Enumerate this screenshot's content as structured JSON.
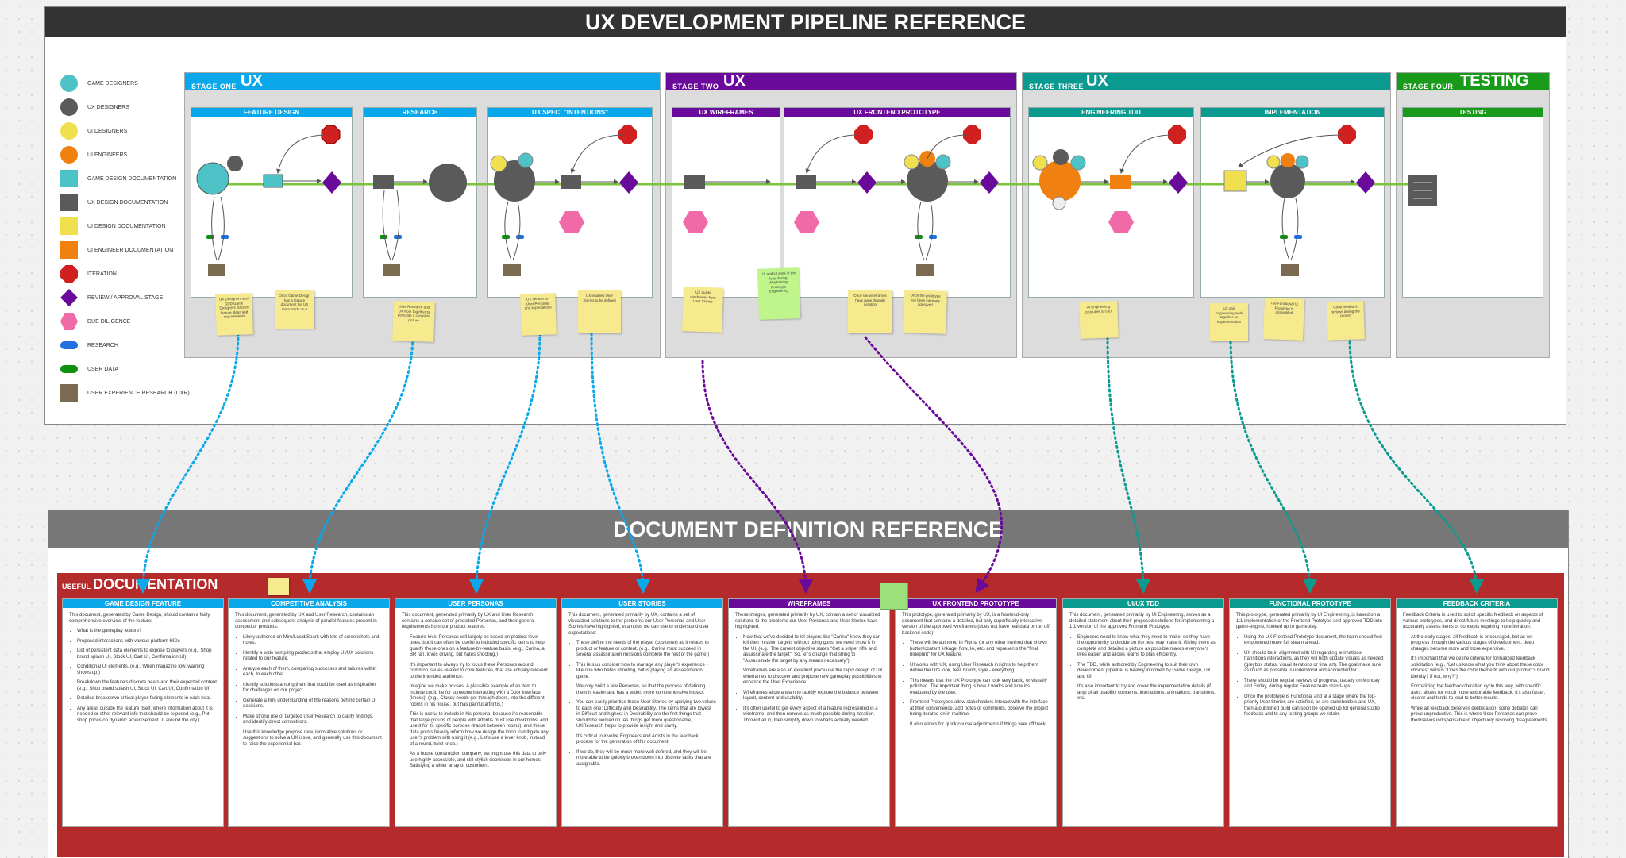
{
  "pipeline": {
    "title": "UX DEVELOPMENT PIPELINE REFERENCE"
  },
  "legend": [
    {
      "label": "Game Designers",
      "color": "#4ec3c7",
      "shape": "circle"
    },
    {
      "label": "UX Designers",
      "color": "#5a5a5a",
      "shape": "circle"
    },
    {
      "label": "UI Designers",
      "color": "#f0e050",
      "shape": "circle"
    },
    {
      "label": "UI Engineers",
      "color": "#f08010",
      "shape": "circle"
    },
    {
      "label": "Game Design Documentation",
      "color": "#4ec3c7",
      "shape": "square"
    },
    {
      "label": "UX Design Documentation",
      "color": "#5a5a5a",
      "shape": "square"
    },
    {
      "label": "UI Design Documentation",
      "color": "#f0e050",
      "shape": "square"
    },
    {
      "label": "UI Engineer Documentation",
      "color": "#f08010",
      "shape": "square"
    },
    {
      "label": "Iteration",
      "color": "#d02020",
      "shape": "octagon"
    },
    {
      "label": "Review / Approval Stage",
      "color": "#6a0a9a",
      "shape": "diamond"
    },
    {
      "label": "Due Diligence",
      "color": "#f06aa8",
      "shape": "hexagon"
    },
    {
      "label": "Research",
      "color": "#2070e0",
      "shape": "pill"
    },
    {
      "label": "User Data",
      "color": "#109010",
      "shape": "pill"
    },
    {
      "label": "User Experience Research (UXR)",
      "color": "#7a6a50",
      "shape": "square"
    }
  ],
  "stages": [
    {
      "label": "STAGE ONE",
      "name": "UX",
      "color": "#0aa8ea"
    },
    {
      "label": "STAGE TWO",
      "name": "UX",
      "color": "#6a0a9a"
    },
    {
      "label": "STAGE THREE",
      "name": "UX",
      "color": "#0a9a90"
    },
    {
      "label": "STAGE FOUR",
      "name": "TESTING",
      "color": "#1a9a1a"
    }
  ],
  "subpanels": [
    {
      "title": "FEATURE DESIGN",
      "color": "#0aa8ea"
    },
    {
      "title": "RESEARCH",
      "color": "#0aa8ea"
    },
    {
      "title": "UX SPEC: \"INTENTIONS\"",
      "color": "#0aa8ea"
    },
    {
      "title": "UX WIREFRAMES",
      "color": "#6a0a9a"
    },
    {
      "title": "UX FRONTEND PROTOTYPE",
      "color": "#6a0a9a"
    },
    {
      "title": "ENGINEERING TDD",
      "color": "#0a9a90"
    },
    {
      "title": "IMPLEMENTATION",
      "color": "#0a9a90"
    },
    {
      "title": "TESTING",
      "color": "#1a9a1a"
    }
  ],
  "stickies": [
    "UX Designers and GDD Game Designers discuss feature ideas and requirements",
    "Once Game Design has a feature document the UX team starts on it",
    "User Research and UX work together to generate a complete picture",
    "UX iterates on User Personas and expectations",
    "UX enables User Stories to be defined",
    "UX builds wireframes from User Stories",
    "UX and UI work in the loop during Wireframing Prototype Engineering",
    "Once the wireframes have gone through iteration",
    "Once the prototype has been internally approved",
    "UI Engineering produces a TDD",
    "UX and Engineering work together on implementation",
    "The Functional UI Prototype is assembled",
    "Good feedback reviews during the project"
  ],
  "docs": {
    "title": "DOCUMENT DEFINITION REFERENCE",
    "banner_small": "USEFUL",
    "banner_big": "DOCUMENTATION",
    "cards": [
      {
        "title": "GAME DESIGN FEATURE",
        "color": "#0aa8ea",
        "intro": "This document, generated by Game Design, should contain a fairly comprehensive overview of the feature:",
        "items": [
          "What is the gameplay feature?",
          "Proposed interactions with various platform HIDs",
          "List of persistent data elements to expose to players (e.g., Shop brand splash UI, Stock UI, Cart UI, Confirmation UI)",
          "Conditional UI elements. (e.g., When magazine low, warning shows up.)",
          "Breakdown the feature's discrete beats and their expected content (e.g., Shop brand splash UI, Stock UI, Cart UI, Confirmation UI)",
          "Detailed breakdown critical player-facing elements in each beat.",
          "Any areas outside the feature itself, where information about it is needed or other relevant info that should be exposed (e.g., Put shop prices on dynamic advertisement UI around the city.)"
        ]
      },
      {
        "title": "COMPETITIVE ANALYSIS",
        "color": "#0aa8ea",
        "intro": "This document, generated by UX and User Research, contains an assessment and subsequent analysis of parallel features present in competitor products:",
        "items": [
          "Likely authored on Miro/Lucid/Spark with lots of screenshots and notes.",
          "Identify a wide sampling products that employ UI/UX solutions related to our feature.",
          "Analyze each of them, comparing successes and failures within each, to each other.",
          "Identify solutions among them that could be used as inspiration for challenges on our project.",
          "Generate a firm understanding of the reasons behind certain UI decisions.",
          "Make strong use of targeted User Research to clarify findings, and identify direct competitors.",
          "Use this knowledge propose new, innovative solutions or suggestions to solve a UX issue, and generally use this document to raise the experiential bar."
        ]
      },
      {
        "title": "USER PERSONAS",
        "color": "#0aa8ea",
        "intro": "This document, generated primarily by UX and User Research, contains a concise set of predicted Personas, and their general requirements from our product features:",
        "items": [
          "Feature-level Personas will largely be based on product level ones, but it can often be useful to included specific items to help qualify these ones on a feature-by-feature basis. (e.g., Carina, a BR fan, loves driving, but hates shooting.)",
          "It's important to always try to focus these Personas around common issues related to core features, that are actually relevant to the intended audience.",
          "Imagine we make houses. A plausible example of an item to include could be for someone interacting with a Door Interface (knock). (e.g., Clancy needs get through doors, into the different rooms in his house, but has painful arthritis.)",
          "This is useful to include in his persona, because it's reasonable that large groups of people with arthritis must use doorknobs, and use it for its specific purpose (transit between rooms), and these data points heavily inform how we design the knob to mitigate any user's problem with using it (e.g., Let's use a lever knob, instead of a round, twist knob.)",
          "As a house construction company, we might use this data to only use highly accessible, and still stylish doorknobs in our homes. Satisfying a wider array of customers."
        ]
      },
      {
        "title": "USER STORIES",
        "color": "#0aa8ea",
        "intro": "This document, generated primarily by UX, contains a set of visualized solutions to the problems our User Personas and User Stories have highlighted, examples we can use to understand user expectations:",
        "items": [
          "These define the needs of the player (customer) as it relates to product or feature or content. (e.g., Carina must succeed in several assassination missions complete the rest of the game.)",
          "This lets us consider how to manage any player's experience - like one who hates shooting, but is playing an assassination game.",
          "We only build a few Personas, so that the process of defining them is easier and has a wider, more comprehensive impact.",
          "You can easily prioritise these User Stories by applying two values to each one: Difficulty and Desirability. The items that are lowest in Difficult and highest in Desirability are the first things that should be worked on. As things get more questionable, UXResearch helps to provide insight and clarity.",
          "It's critical to involve Engineers and Artists in the feedback process for the generation of this document.",
          "If we do, they will be much more well defined, and they will be more able to be quickly broken down into discrete tasks that are assignable."
        ]
      },
      {
        "title": "WIREFRAMES",
        "color": "#6a0a9a",
        "intro": "These images, generated primarily by UX, contain a set of visualized solutions to the problems our User Personas and User Stories have highlighted:",
        "items": [
          "Now that we've decided to let players like \"Carina\" know they can kill their mission targets without using guns, we need show it in the UI. (e.g., The current objective states \"Get a sniper rifle and assassinate the target\". So, let's change that string to \"Assassinate the target by any means necessary\")",
          "Wireframes are also an excellent place use the rapid design of UX wireframes to discover and propose new gameplay possibilities to enhance the User Experience.",
          "Wireframes allow a team to rapidly explore the balance between layout, content and usability.",
          "It's often useful to get every aspect of a feature represented in a wireframe, and then remove as much possible during iteration. Throw it all in, then simplify down to what's actually needed."
        ]
      },
      {
        "title": "UX FRONTEND PROTOTYPE",
        "color": "#6a0a9a",
        "intro": "This prototype, generated primarily by UX, is a frontend-only document that contains a detailed, but only superficially interactive version of the approved wireframes (does not have real data or run off backend code):",
        "items": [
          "These will be authored in Figma (or any other method that shows button/content linkage, flow, IA, etc) and represents the \"final blueprint\" for UX feature.",
          "UI works with UX, using User Research insights to help them define the UI's look, feel, brand, style - everything.",
          "This means that the UX Prototype can look very basic, or visually polished. The important thing is how it works and how it's evaluated by the user.",
          "Frontend Prototypes allow stakeholders interact with the interface at their convenience, add notes or comments, observe the project being iterated on in realtime.",
          "It also allows for quick course adjustments if things veer off track."
        ]
      },
      {
        "title": "UI/UX TDD",
        "color": "#0a9a90",
        "intro": "This document, generated primarily by UI Engineering, serves as a detailed statement about their proposed solutions for implementing a 1:1 version of the approved Frontend Prototype:",
        "items": [
          "Engineers need to know what they need to make, so they have the opportunity to decide on the best way make it. Giving them as complete and detailed a picture as possible makes everyone's lives easier and allows teams to plan efficiently.",
          "The TDD, while authored by Engineering to suit their own development pipeline, is heavily informed by Game Design, UX and UI.",
          "It's also important to try and cover the implementation details (if any) of all usability concerns, interactions, animations, transitions, etc."
        ]
      },
      {
        "title": "FUNCTIONAL PROTOTYPE",
        "color": "#0a9a90",
        "intro": "This prototype, generated primarily by UI Engineering, is based on a 1:1 implementation of the Frontend Prototype and approved TDD into game-engine, hooked up to gameplay:",
        "items": [
          "Using the UX Frontend Prototype document, the team should feel empowered move full steam ahead.",
          "UX should be in alignment with UI regarding animations, transitions interactions, as they will both update visuals as needed (greybox status, visual iterations or final art). The goal make sure as much as possible is understood and accounted for.",
          "There should be regular reviews of progress, usually on Monday and Friday, during regular Feature team stand-ups.",
          "Once the prototype is Functional and at a stage where the top-priority User Stories are satisfied, as are stakeholders and UX, then a published build can soon be opened up for general studio feedback and to any testing groups we retain."
        ]
      },
      {
        "title": "FEEDBACK CRITERIA",
        "color": "#0a9a90",
        "intro": "Feedback Criteria is used to solicit specific feedback on aspects of various prototypes, and direct future meetings to help quickly and accurately assess items or concepts requiring more iteration:",
        "items": [
          "At the early stages, all feedback is encouraged, but as we progress through the various stages of development, deep changes become more and more expensive.",
          "It's important that we define criteria for formalized feedback solicitation (e.g., \"Let us know what you think about these color choices\" versus \"Does the color theme fit with our product's brand identity? If not, why?\")",
          "Formalizing the feedback/iteration cycle this way, with specific asks, allows for much more actionable feedback. It's also faster, clearer and tends to lead to better results.",
          "While all feedback deserves deliberation, some debates can prove unproductive. This is where User Personas can prove themselves indispensable in objectively resolving disagreements."
        ]
      }
    ]
  }
}
